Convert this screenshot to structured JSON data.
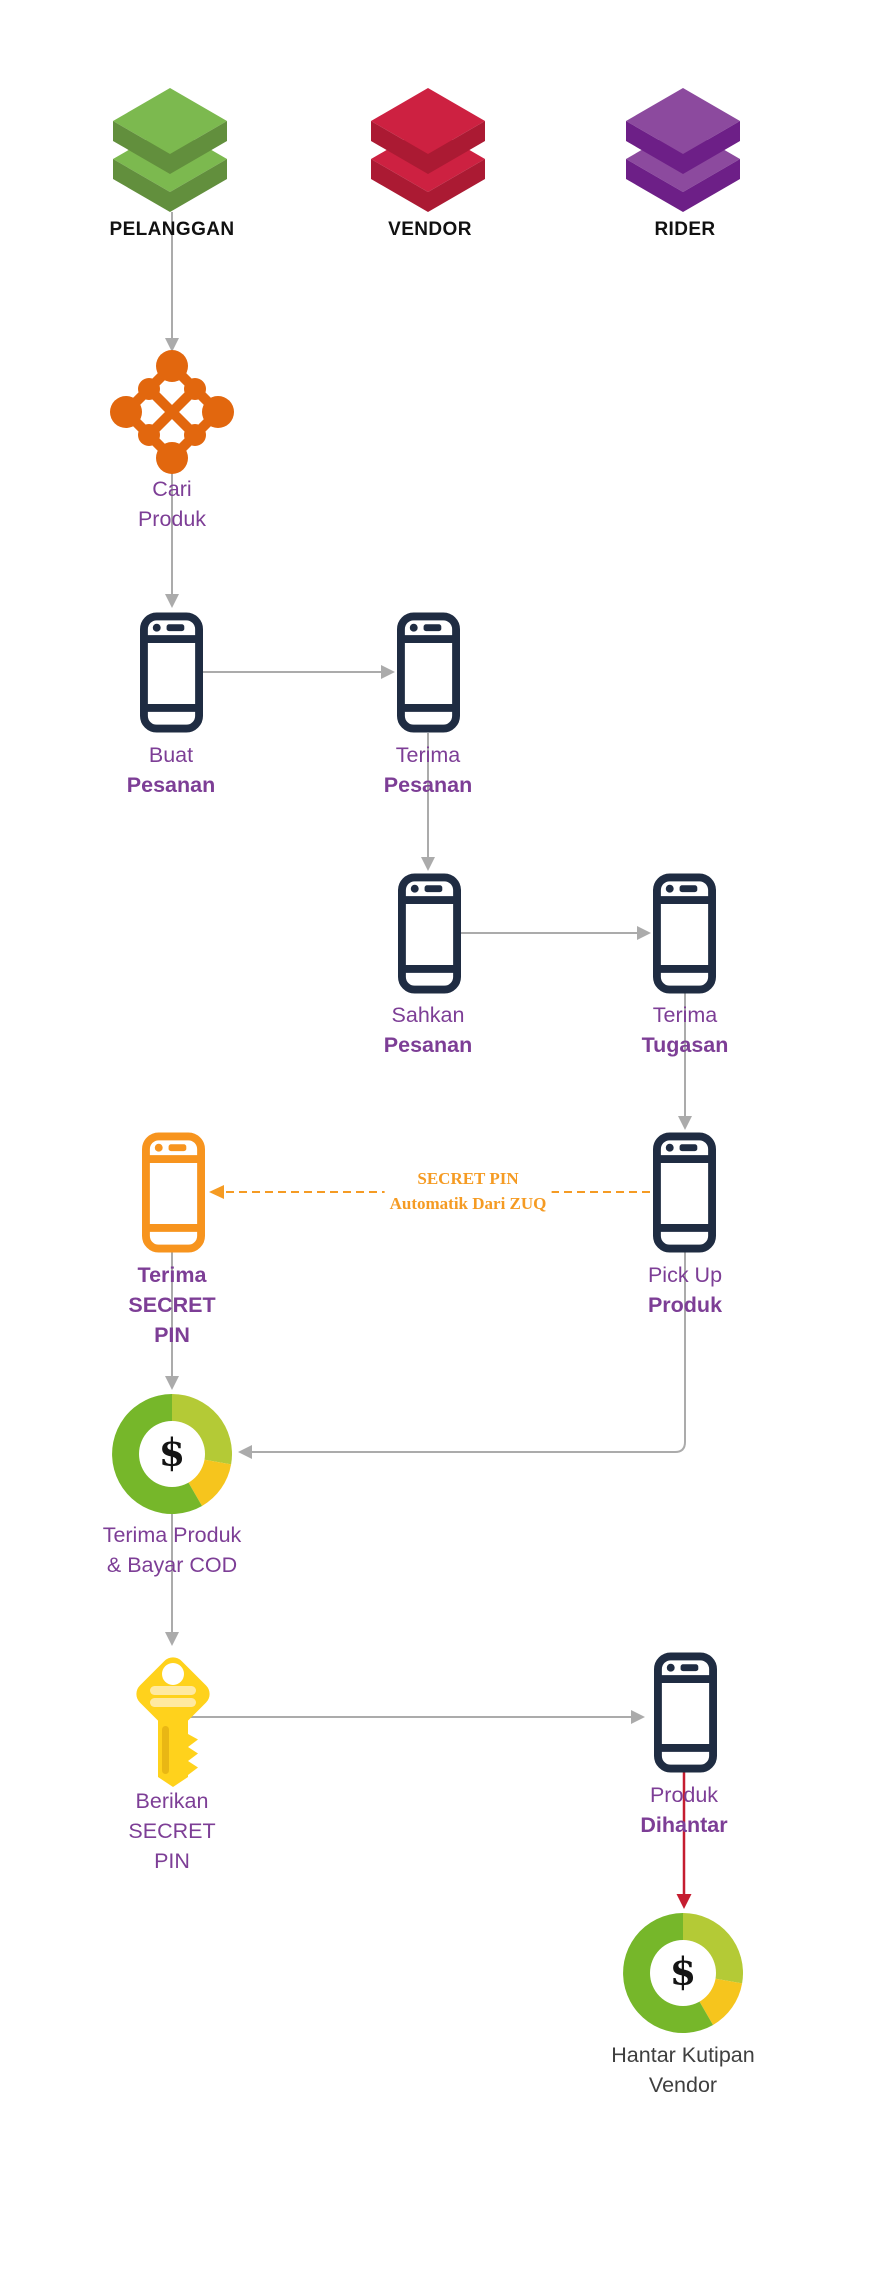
{
  "lanes": [
    {
      "label": "PELANGGAN",
      "color_top": "#7cb94f",
      "color_side": "#628f3d"
    },
    {
      "label": "VENDOR",
      "color_top": "#cd2141",
      "color_side": "#ab1a33"
    },
    {
      "label": "RIDER",
      "color_top": "#8c4a9e",
      "color_side": "#6d1f87"
    }
  ],
  "nodes": {
    "cari_produk": {
      "line1": "Cari",
      "line2": "Produk"
    },
    "buat_pesanan": {
      "line1": "Buat",
      "line2": "Pesanan"
    },
    "terima_pesanan": {
      "line1": "Terima",
      "line2": "Pesanan"
    },
    "sahkan_pesanan": {
      "line1": "Sahkan",
      "line2": "Pesanan"
    },
    "terima_tugasan": {
      "line1": "Terima",
      "line2": "Tugasan"
    },
    "terima_secret_pin": {
      "line1": "Terima",
      "line2": "SECRET",
      "line3": "PIN"
    },
    "pickup_produk": {
      "line1": "Pick Up",
      "line2": "Produk"
    },
    "terima_produk_cod": {
      "line1": "Terima Produk",
      "line2": "& Bayar COD"
    },
    "berikan_secret_pin": {
      "line1": "Berikan",
      "line2": "SECRET",
      "line3": "PIN"
    },
    "produk_dihantar": {
      "line1": "Produk",
      "line2": "Dihantar"
    },
    "hantar_kutipan": {
      "line1": "Hantar Kutipan",
      "line2": "Vendor"
    }
  },
  "annotation": {
    "line1": "SECRET PIN",
    "line2": "Automatik Dari ZUQ"
  },
  "currency_symbol": "$",
  "colors": {
    "phone_dark": "#1f2c42",
    "phone_orange": "#f7941e",
    "purple_text": "#7d3e96",
    "orange_icon": "#e2670e",
    "orange_note": "#f59b23",
    "gray_line": "#ababab",
    "red_arrow": "#c51d30",
    "donut_green": "#76b72a",
    "donut_light": "#b4ca36",
    "donut_yellow": "#f6c51d",
    "key_yellow": "#ffd21c",
    "key_stripe": "#ffe9a1",
    "key_dark": "#e9b714",
    "stack_green_top": "#7cb94f",
    "stack_green_side": "#628f3d",
    "stack_red_top": "#cd2141",
    "stack_red_side": "#ab1a33",
    "stack_purple_top": "#8c4a9e",
    "stack_purple_side": "#6d1f87",
    "lane_label": "#111111",
    "dark_text": "#3f3f3f"
  }
}
